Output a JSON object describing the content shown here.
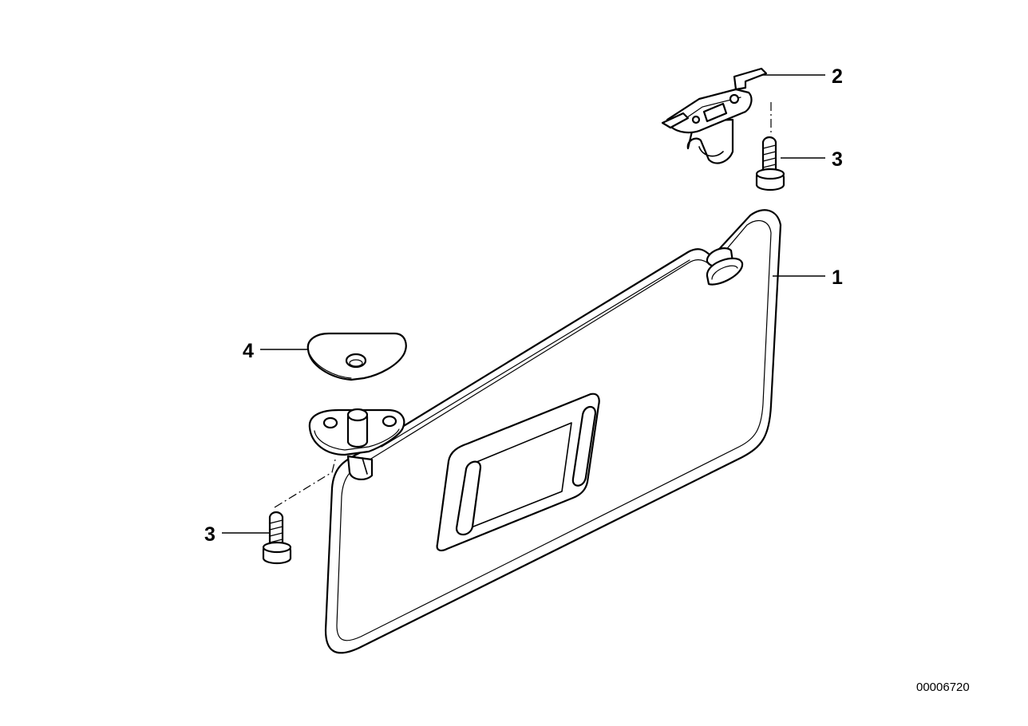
{
  "diagram": {
    "callouts": {
      "sun_visor": "1",
      "clip_holder": "2",
      "screw_right": "3",
      "screw_left": "3",
      "cover_cap": "4"
    },
    "document_number": "00006720"
  }
}
